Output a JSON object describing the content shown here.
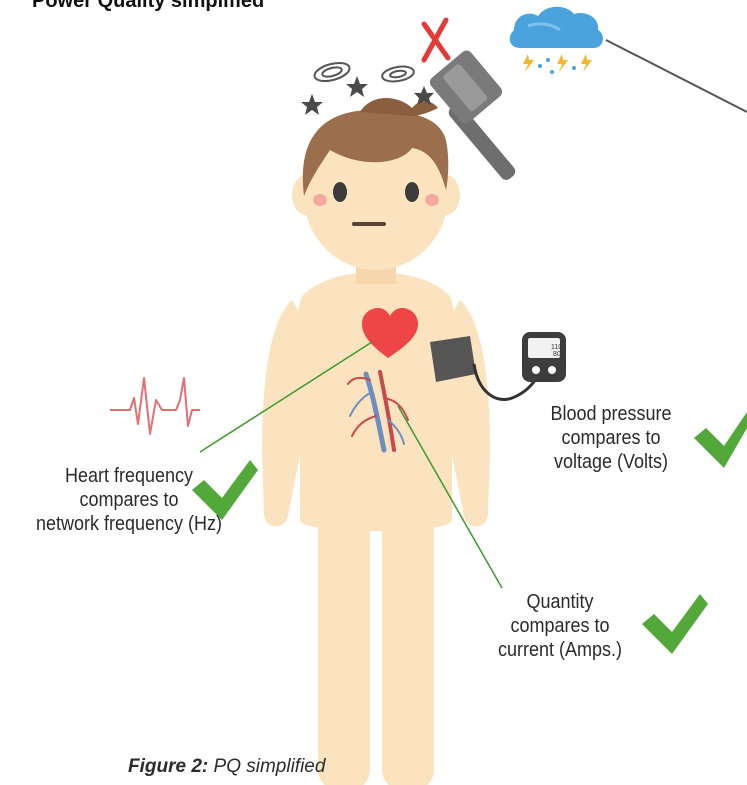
{
  "header": {
    "title": "Power Quality simplified"
  },
  "caption": {
    "prefix": "Figure 2:",
    "text": "PQ simplified"
  },
  "monitor": {
    "line1": "110",
    "line2": "80"
  },
  "labels": {
    "heart": [
      "Heart frequency",
      "compares to",
      "network frequency (Hz)"
    ],
    "blood": [
      "Blood pressure",
      "compares to",
      "voltage (Volts)"
    ],
    "quantity": [
      "Quantity",
      "compares to",
      "current (Amps.)"
    ]
  },
  "colors": {
    "skin": "#fbe3bf",
    "hair": "#9b6e4d",
    "heart": "#ee4646",
    "check": "#52a93a",
    "cross": "#e53935",
    "hammer": "#6e6e6e",
    "pointer": "#3a9a2a",
    "cloud": "#4aa3dc"
  },
  "icons": [
    "dizzy-swirl-icon",
    "star-icon",
    "hammer-icon",
    "cross-icon",
    "storm-cloud-icon",
    "heartbeat-icon",
    "heart-icon",
    "veins-icon",
    "blood-pressure-cuff-icon",
    "pressure-monitor-icon",
    "checkmark-icon"
  ]
}
